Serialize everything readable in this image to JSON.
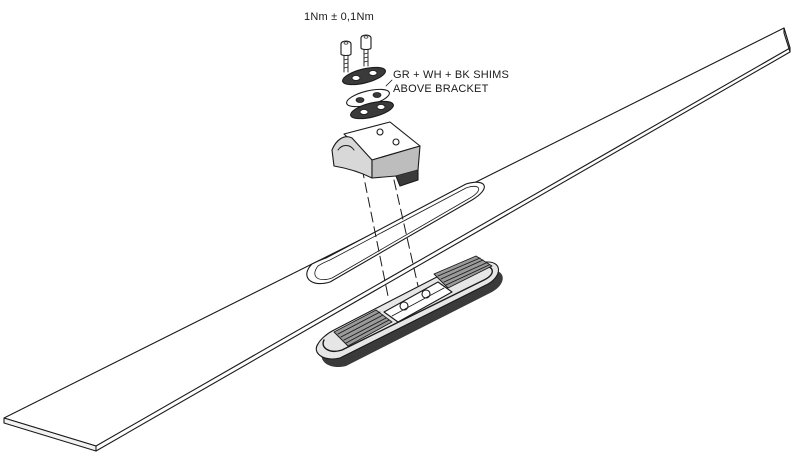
{
  "annotations": {
    "torque": "1Nm ± 0,1Nm",
    "shims_line1": "GR + WH + BK SHIMS",
    "shims_line2": "ABOVE BRACKET"
  },
  "colors": {
    "line": "#1a1a1a",
    "dark_fill": "#3a3a3a",
    "mid_fill": "#9a9a9a",
    "light_fill": "#e6e6e6",
    "background": "#ffffff"
  },
  "parts": [
    "bolts",
    "shim-stack",
    "bracket",
    "board-plank",
    "board-slot",
    "mount-base"
  ]
}
